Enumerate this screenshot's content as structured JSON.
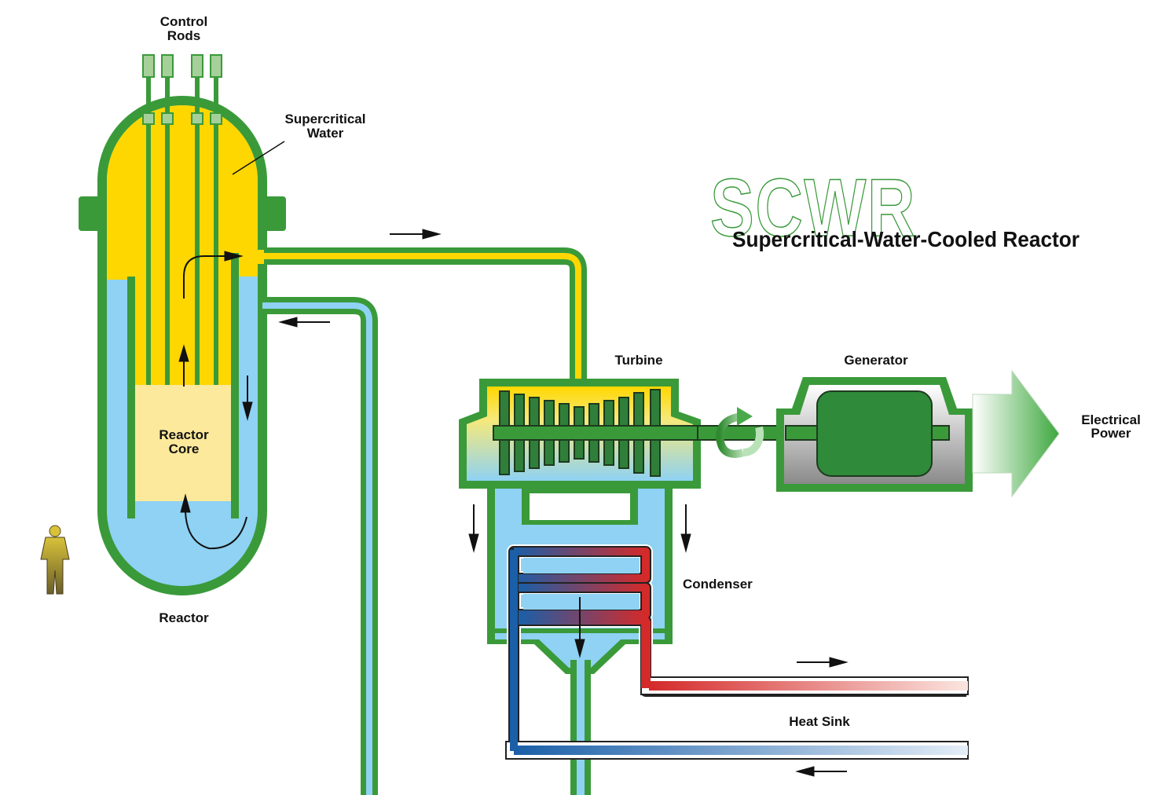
{
  "labels": {
    "control_rods_line1": "Control",
    "control_rods_line2": "Rods",
    "supercritical_water_line1": "Supercritical",
    "supercritical_water_line2": "Water",
    "reactor_core_line1": "Reactor",
    "reactor_core_line2": "Core",
    "reactor": "Reactor",
    "turbine": "Turbine",
    "generator": "Generator",
    "electrical_power_line1": "Electrical",
    "electrical_power_line2": "Power",
    "condenser": "Condenser",
    "heat_sink": "Heat Sink"
  },
  "logo": {
    "acronym": "SCWR",
    "full_name": "Supercritical-Water-Cooled Reactor"
  },
  "colors": {
    "vessel_wall": "#3a9a3a",
    "hot_water": "#ffd700",
    "cold_water": "#8fd2f3",
    "core": "#fce99b",
    "control_rod": "#a6d09a",
    "hot_sink_pipe": "#d42a2a",
    "cold_sink_pipe": "#1a5fa8",
    "power_arrow": "#4aaa4a"
  }
}
